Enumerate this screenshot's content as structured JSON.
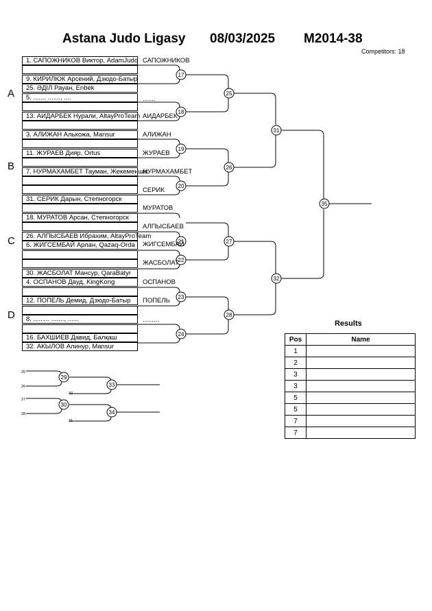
{
  "header": {
    "title": "Astana Judo Ligasy",
    "date": "08/03/2025",
    "category": "M2014-38",
    "competitors": "Competitors: 18"
  },
  "pools": [
    "A",
    "B",
    "C",
    "D"
  ],
  "entries": [
    "1. САПОЖНИКОВ Виктор, AdamJudo",
    "9. КИРИЛЮК Арсений, Дзюдо-Батыр",
    "25. ӘДІЛ Рауан, Enbek",
    "5. ....... ......., ....",
    "",
    "13. АИДАРБЕК Нурали, AltayProTeam",
    "",
    "3. АЛИЖАН Алькожа, Mansur",
    "",
    "11. ЖУРАЕВ Дияр, Ortus",
    "",
    "7. НУРМАХАМБЕТ Тауман, Жекеменшік",
    "",
    "31. СЕРИК Дарын, Степногорск",
    "18. МУРАТОВ Арсан, Степногорск",
    "",
    "26. АЛПЫСБАЕВ Ибрахим, AltayProTeam",
    "6. ЖИГСЕМБАЙ Арлан, Qazaq-Orda",
    "",
    "30. ЖАСБОЛАТ Мансур, QaraBatyr",
    "4. ОСПАНОВ Дауд, KingKong",
    "",
    "12. ПОПЕЛЬ Демид, Дзюдо-Батыр",
    "",
    "8. ......... ......., ......",
    "",
    "16. БАХШИЕВ Давид, Балқаш",
    "32. АКЫЛОВ Алинур, Mansur"
  ],
  "progressed": [
    "САПОЖНИКОВ",
    ".......",
    "АИДАРБЕК",
    "АЛИЖАН",
    "ЖУРАЕВ",
    "НУРМАХАМБЕТ",
    "СЕРИК",
    "МУРАТОВ",
    "АЛПЫСБАЕВ",
    "ЖИГСЕМБАЙ",
    "ЖАСБОЛАТ",
    "ОСПАНОВ",
    "ПОПЕЛЬ",
    "........."
  ],
  "matches": [
    "17",
    "18",
    "19",
    "20",
    "21",
    "22",
    "23",
    "24",
    "25",
    "26",
    "27",
    "28",
    "31",
    "32",
    "35"
  ],
  "repechage": {
    "matches": [
      "29",
      "30",
      "33",
      "34"
    ],
    "refs": [
      "25",
      "26",
      "32",
      "27",
      "28",
      "31"
    ]
  },
  "results": {
    "title": "Results",
    "headers": [
      "Pos",
      "Name"
    ],
    "positions": [
      "1",
      "2",
      "3",
      "3",
      "5",
      "5",
      "7",
      "7"
    ]
  }
}
